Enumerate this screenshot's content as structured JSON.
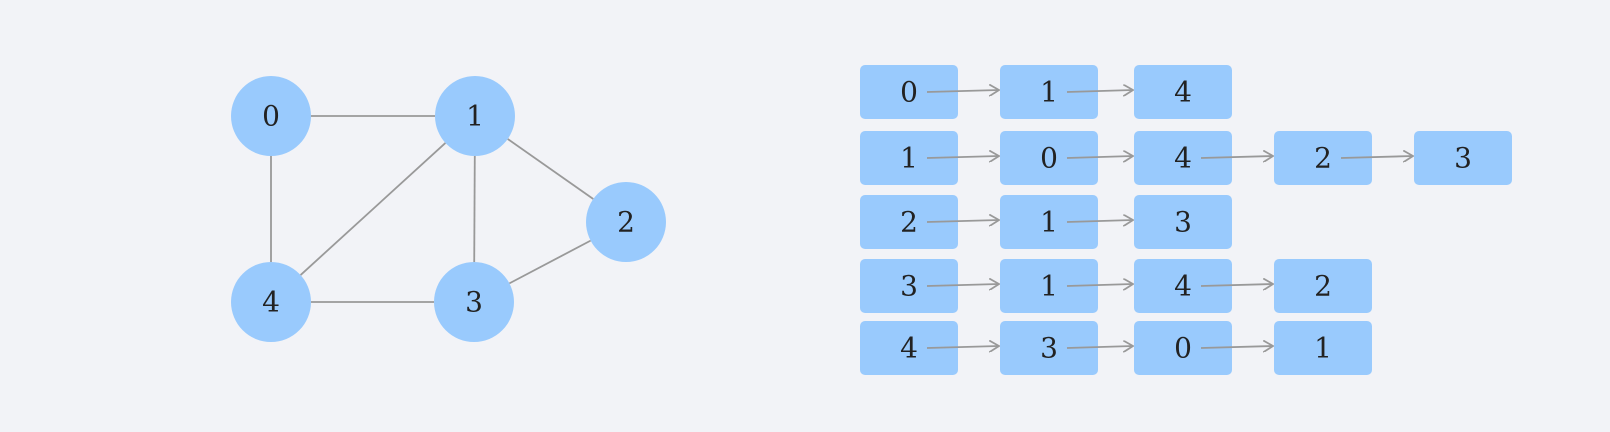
{
  "colors": {
    "background": "#f2f3f7",
    "node_fill": "#99cafd",
    "edge": "#999999",
    "text": "#222222"
  },
  "graph": {
    "nodes": [
      {
        "id": "0",
        "label": "0"
      },
      {
        "id": "1",
        "label": "1"
      },
      {
        "id": "2",
        "label": "2"
      },
      {
        "id": "3",
        "label": "3"
      },
      {
        "id": "4",
        "label": "4"
      }
    ],
    "edges": [
      [
        "0",
        "1"
      ],
      [
        "0",
        "4"
      ],
      [
        "1",
        "4"
      ],
      [
        "1",
        "3"
      ],
      [
        "1",
        "2"
      ],
      [
        "4",
        "3"
      ],
      [
        "3",
        "2"
      ]
    ]
  },
  "adjacency_list": [
    {
      "head": "0",
      "neighbors": [
        "1",
        "4"
      ]
    },
    {
      "head": "1",
      "neighbors": [
        "0",
        "4",
        "2",
        "3"
      ]
    },
    {
      "head": "2",
      "neighbors": [
        "1",
        "3"
      ]
    },
    {
      "head": "3",
      "neighbors": [
        "1",
        "4",
        "2"
      ]
    },
    {
      "head": "4",
      "neighbors": [
        "3",
        "0",
        "1"
      ]
    }
  ]
}
